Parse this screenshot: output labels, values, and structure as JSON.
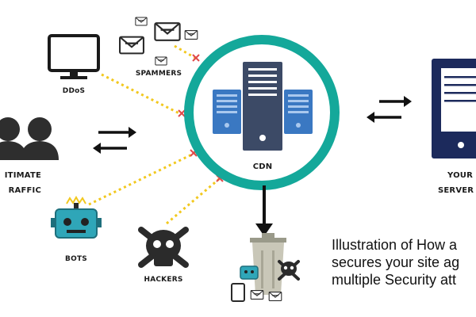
{
  "labels": {
    "ddos": "DDoS",
    "spammers": "SPAMMERS",
    "cdn": "CDN",
    "legit_line1": "ITIMATE",
    "legit_line2": "RAFFIC",
    "bots": "BOTS",
    "hackers": "HACKERS",
    "server_line1": "YOUR",
    "server_line2": "SERVER"
  },
  "caption": {
    "line1": "Illustration of How a",
    "line2": "secures your site ag",
    "line3": "multiple Security att"
  },
  "colors": {
    "cdn_ring": "#14a89a",
    "server_navy": "#1c2a5c",
    "cdn_blue": "#3a78c2",
    "cdn_dark": "#3c4a66",
    "dotted_line": "#f2c81e",
    "block_mark": "#e04a4a",
    "bot_teal": "#2fa6b8"
  }
}
